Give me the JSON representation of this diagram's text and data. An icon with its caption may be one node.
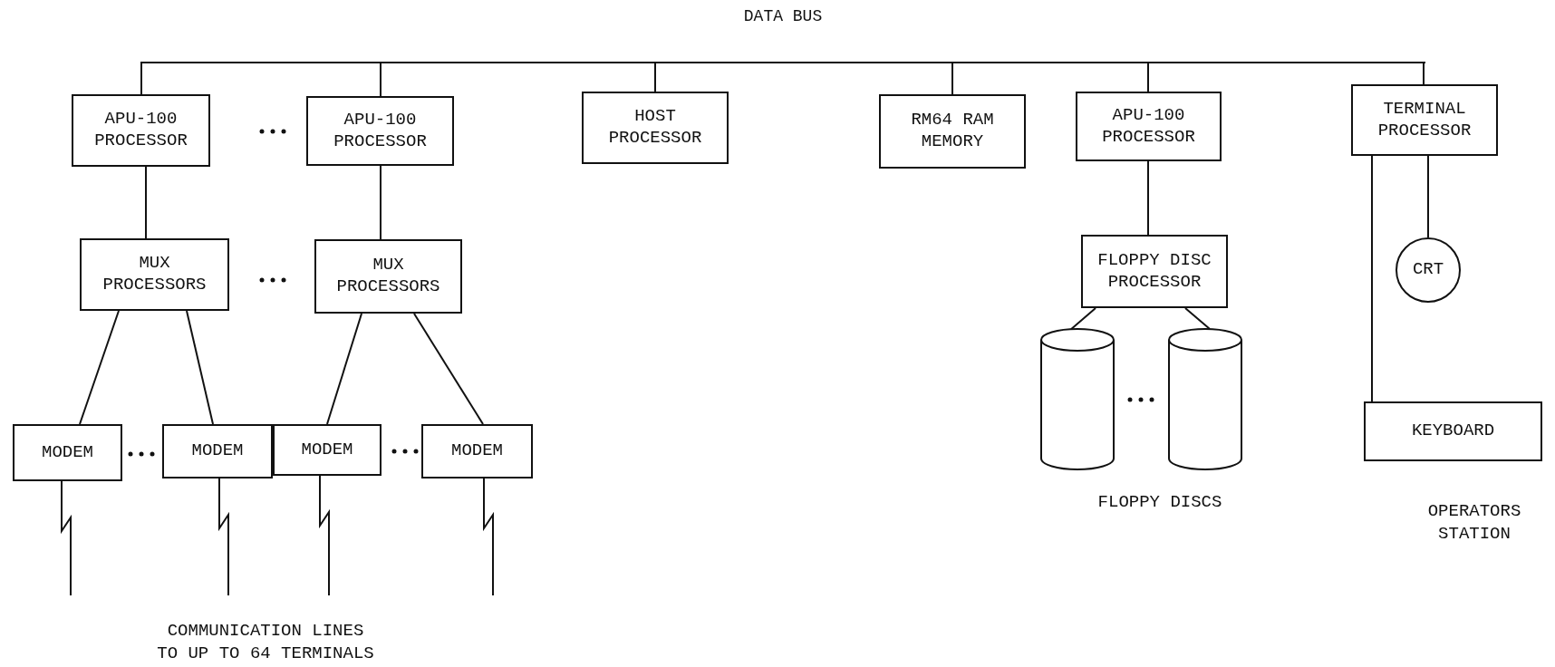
{
  "diagram": {
    "nodes": [
      {
        "text": [
          "DATA BUS"
        ]
      },
      {
        "text": [
          "APU-100 PROCESSOR"
        ]
      },
      {
        "text": [
          "APU-100 PROCESSOR"
        ]
      },
      {
        "text": [
          "HOST PROCESSOR"
        ]
      },
      {
        "text": [
          "RM64 RAM MEMORY"
        ]
      },
      {
        "text": [
          "APU-100 PROCESSOR"
        ]
      },
      {
        "text": [
          "TERMINAL PROCESSOR"
        ]
      },
      {
        "text": [
          "MUX PROCESSORS"
        ]
      },
      {
        "text": [
          "MUX PROCESSORS"
        ]
      },
      {
        "text": [
          "FLOPPY DISC PROCESSOR"
        ]
      },
      {
        "text": [
          "CRT"
        ]
      },
      {
        "text": [
          "MODEM"
        ]
      },
      {
        "text": [
          "MODEM"
        ]
      },
      {
        "text": [
          "MODEM"
        ]
      },
      {
        "text": [
          "MODEM"
        ]
      },
      {
        "text": [],
        "shape": "cylinder"
      },
      {
        "text": [],
        "shape": "cylinder"
      },
      {
        "text": [
          "KEYBOARD"
        ]
      }
    ],
    "edges": [
      {
        "from": 0,
        "to": 1,
        "arrow": "none"
      },
      {
        "from": 0,
        "to": 2,
        "arrow": "none"
      },
      {
        "from": 0,
        "to": 3,
        "arrow": "none"
      },
      {
        "from": 0,
        "to": 4,
        "arrow": "none"
      },
      {
        "from": 0,
        "to": 5,
        "arrow": "none"
      },
      {
        "from": 0,
        "to": 6,
        "arrow": "none"
      },
      {
        "from": 1,
        "to": 7,
        "arrow": "none"
      },
      {
        "from": 2,
        "to": 8,
        "arrow": "none"
      },
      {
        "from": 5,
        "to": 9,
        "arrow": "none"
      },
      {
        "from": 6,
        "to": 10,
        "arrow": "none"
      },
      {
        "from": 6,
        "to": 17,
        "arrow": "none"
      },
      {
        "from": 7,
        "to": 11,
        "arrow": "none"
      },
      {
        "from": 7,
        "to": 12,
        "arrow": "none"
      },
      {
        "from": 8,
        "to": 13,
        "arrow": "none"
      },
      {
        "from": 8,
        "to": 14,
        "arrow": "none"
      },
      {
        "from": 9,
        "to": 15,
        "arrow": "none"
      },
      {
        "from": 9,
        "to": 16,
        "arrow": "none"
      },
      {
        "from": 11,
        "to": null,
        "arrow": "none"
      },
      {
        "from": 12,
        "to": null,
        "arrow": "none"
      },
      {
        "from": 13,
        "to": null,
        "arrow": "none"
      },
      {
        "from": 14,
        "to": null,
        "arrow": "none"
      }
    ],
    "labels": [
      "COMMUNICATION LINES TO UP TO 64 TERMINALS",
      "FLOPPY DISCS",
      "OPERATORS STATION"
    ]
  }
}
